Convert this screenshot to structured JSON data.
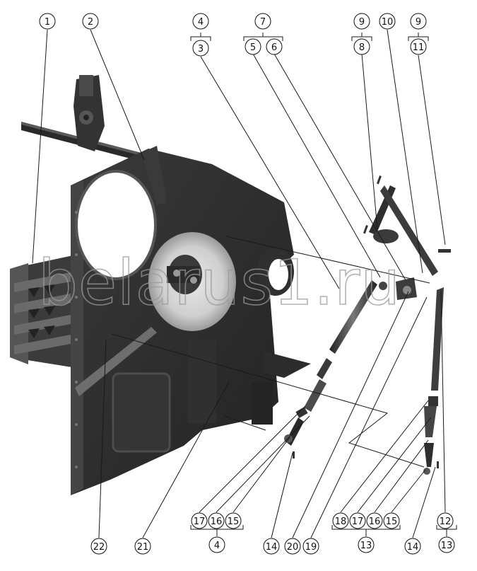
{
  "watermark": "belarus1.ru",
  "callouts_top": [
    "1",
    "2",
    "4",
    "3",
    "7",
    "5",
    "6",
    "9",
    "8",
    "10",
    "9",
    "11"
  ],
  "callouts_bottom": [
    "17",
    "16",
    "15",
    "4",
    "14",
    "20",
    "19",
    "18",
    "17",
    "16",
    "15",
    "13",
    "14",
    "12",
    "13",
    "22",
    "21"
  ],
  "colors": {
    "metal_dark": "#2e2e2e",
    "metal_mid": "#4a4a4a",
    "metal_light": "#8a8a8a",
    "leader": "#1a1a1a",
    "background": "#ffffff"
  },
  "icons": [
    "plate-housing-shape",
    "shaft-shape",
    "rod-shape",
    "lever-shape",
    "spring-shape"
  ]
}
